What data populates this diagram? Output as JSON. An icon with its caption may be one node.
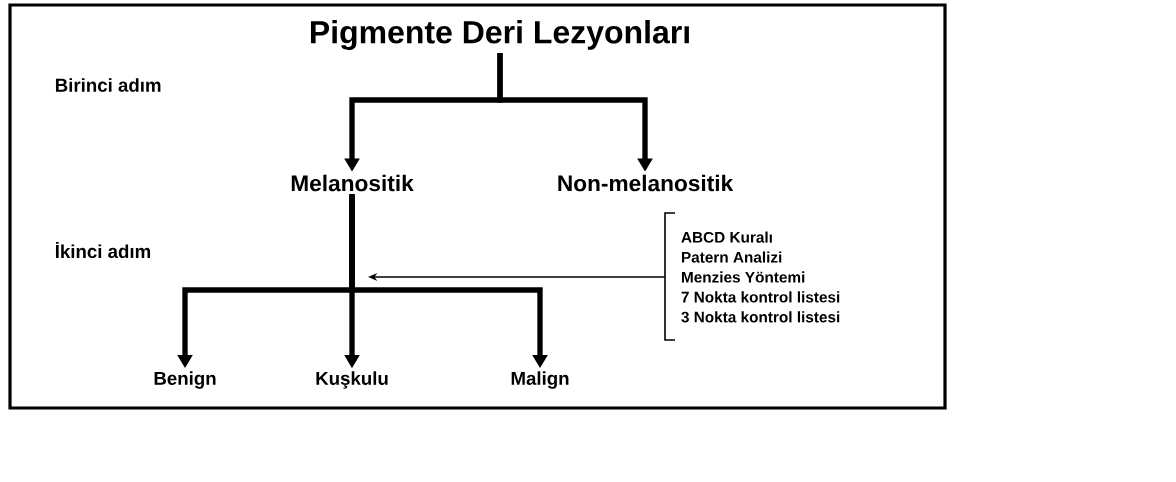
{
  "diagram": {
    "nodes": [
      {
        "text": [
          "Pigmente Deri Lezyonları"
        ]
      },
      {
        "text": [
          "Melanositik"
        ]
      },
      {
        "text": [
          "Non-melanositik"
        ]
      },
      {
        "text": [
          "Benign"
        ]
      },
      {
        "text": [
          "Kuşkulu"
        ]
      },
      {
        "text": [
          "Malign"
        ]
      },
      {
        "text": [
          "ABCD Kuralı",
          "Patern Analizi",
          "Menzies Yöntemi",
          "7 Nokta kontrol listesi",
          "3 Nokta kontrol listesi"
        ]
      }
    ],
    "edges": [
      {
        "from": 0,
        "to": 1,
        "arrow": "to"
      },
      {
        "from": 0,
        "to": 2,
        "arrow": "to"
      },
      {
        "from": 1,
        "to": 3,
        "arrow": "to"
      },
      {
        "from": 1,
        "to": 4,
        "arrow": "to"
      },
      {
        "from": 1,
        "to": 5,
        "arrow": "to"
      },
      {
        "from": 6,
        "to": null,
        "arrow": "to"
      }
    ],
    "labels": [
      "Birinci adım",
      "İkinci adım"
    ]
  }
}
